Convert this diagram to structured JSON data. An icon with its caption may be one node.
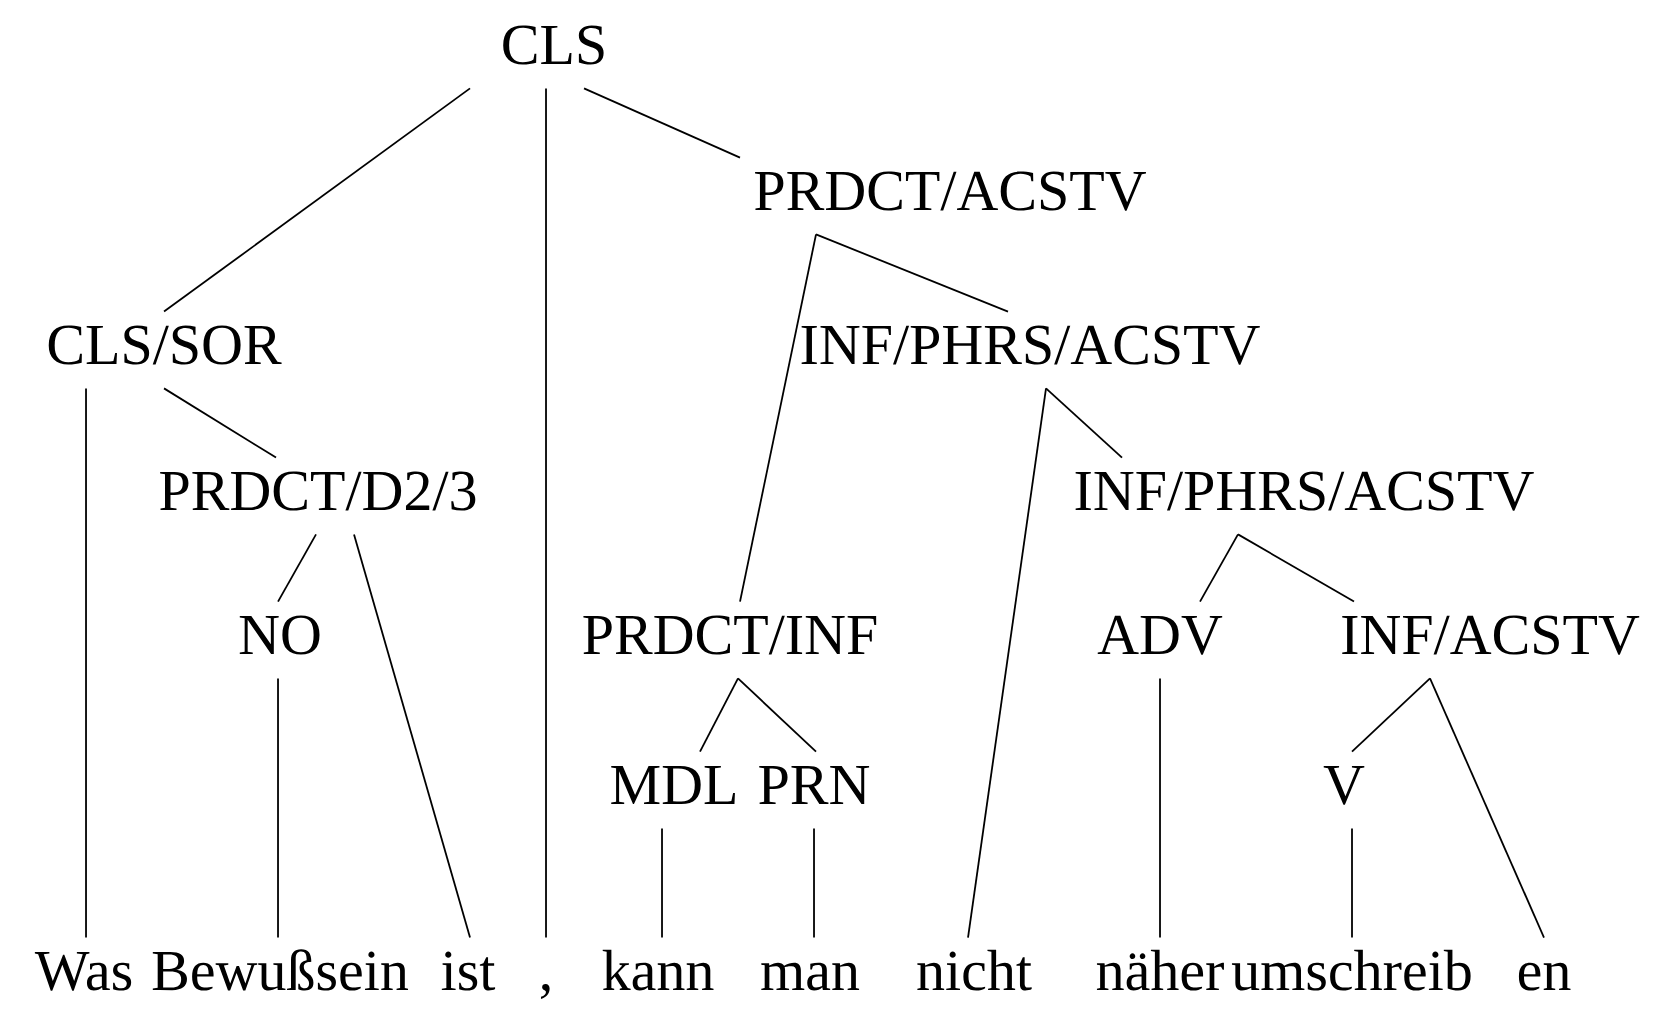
{
  "diagram": {
    "nodes": [
      {
        "text": [
          "CLS"
        ]
      },
      {
        "text": [
          "CLS/SOR"
        ]
      },
      {
        "text": [
          "PRDCT/D2/3"
        ]
      },
      {
        "text": [
          "NO"
        ]
      },
      {
        "text": [
          "PRDCT/ACSTV"
        ]
      },
      {
        "text": [
          "INF/PHRS/ACSTV"
        ]
      },
      {
        "text": [
          "PRDCT/INF"
        ]
      },
      {
        "text": [
          "INF/PHRS/ACSTV"
        ]
      },
      {
        "text": [
          "ADV"
        ]
      },
      {
        "text": [
          "INF/ACSTV"
        ]
      },
      {
        "text": [
          "MDL"
        ]
      },
      {
        "text": [
          "PRN"
        ]
      },
      {
        "text": [
          "V"
        ]
      },
      {
        "text": [
          "Was"
        ]
      },
      {
        "text": [
          "Bewußsein"
        ]
      },
      {
        "text": [
          "ist"
        ]
      },
      {
        "text": [
          ","
        ]
      },
      {
        "text": [
          "kann"
        ]
      },
      {
        "text": [
          "man"
        ]
      },
      {
        "text": [
          "nicht"
        ]
      },
      {
        "text": [
          "näher"
        ]
      },
      {
        "text": [
          "umschreib"
        ]
      },
      {
        "text": [
          "en"
        ]
      }
    ],
    "edges": [
      {
        "from": 0,
        "to": 1,
        "arrow": "none"
      },
      {
        "from": 0,
        "to": 16,
        "arrow": "none"
      },
      {
        "from": 0,
        "to": 4,
        "arrow": "none"
      },
      {
        "from": 1,
        "to": 13,
        "arrow": "none"
      },
      {
        "from": 1,
        "to": 2,
        "arrow": "none"
      },
      {
        "from": 2,
        "to": 3,
        "arrow": "none"
      },
      {
        "from": 2,
        "to": 15,
        "arrow": "none"
      },
      {
        "from": 3,
        "to": 14,
        "arrow": "none"
      },
      {
        "from": 4,
        "to": 6,
        "arrow": "none"
      },
      {
        "from": 4,
        "to": 5,
        "arrow": "none"
      },
      {
        "from": 5,
        "to": 19,
        "arrow": "none"
      },
      {
        "from": 5,
        "to": 7,
        "arrow": "none"
      },
      {
        "from": 6,
        "to": 10,
        "arrow": "none"
      },
      {
        "from": 6,
        "to": 11,
        "arrow": "none"
      },
      {
        "from": 10,
        "to": 17,
        "arrow": "none"
      },
      {
        "from": 11,
        "to": 18,
        "arrow": "none"
      },
      {
        "from": 7,
        "to": 8,
        "arrow": "none"
      },
      {
        "from": 7,
        "to": 9,
        "arrow": "none"
      },
      {
        "from": 8,
        "to": 20,
        "arrow": "none"
      },
      {
        "from": 9,
        "to": 12,
        "arrow": "none"
      },
      {
        "from": 9,
        "to": 22,
        "arrow": "none"
      },
      {
        "from": 12,
        "to": 21,
        "arrow": "none"
      }
    ]
  }
}
